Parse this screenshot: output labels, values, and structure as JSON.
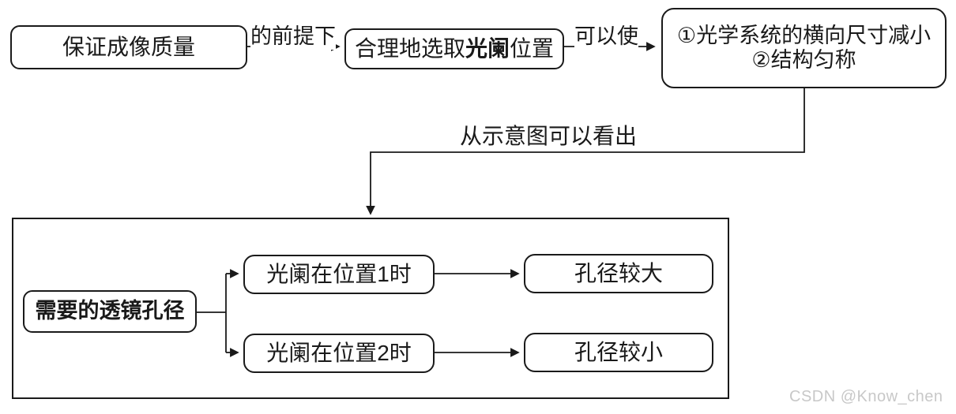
{
  "diagram": {
    "top_flow": {
      "node_quality": "保证成像质量",
      "edge1_label": "的前提下",
      "node_select": {
        "prefix": "合理地选取",
        "bold": "光阑",
        "suffix": "位置"
      },
      "edge2_label": "可以使",
      "node_benefits": {
        "line1": "①光学系统的横向尺寸减小",
        "line2": "②结构匀称"
      }
    },
    "connector_label": "从示意图可以看出",
    "bottom_group": {
      "node_aperture": "需要的透镜孔径",
      "node_pos1": "光阑在位置1时",
      "node_pos2": "光阑在位置2时",
      "node_large": "孔径较大",
      "node_small": "孔径较小"
    },
    "watermark": "CSDN @Know_chen",
    "colors": {
      "line": "#1a1a1a",
      "text": "#1a1a1a",
      "watermark": "#c8c8c8",
      "background": "#ffffff"
    }
  }
}
